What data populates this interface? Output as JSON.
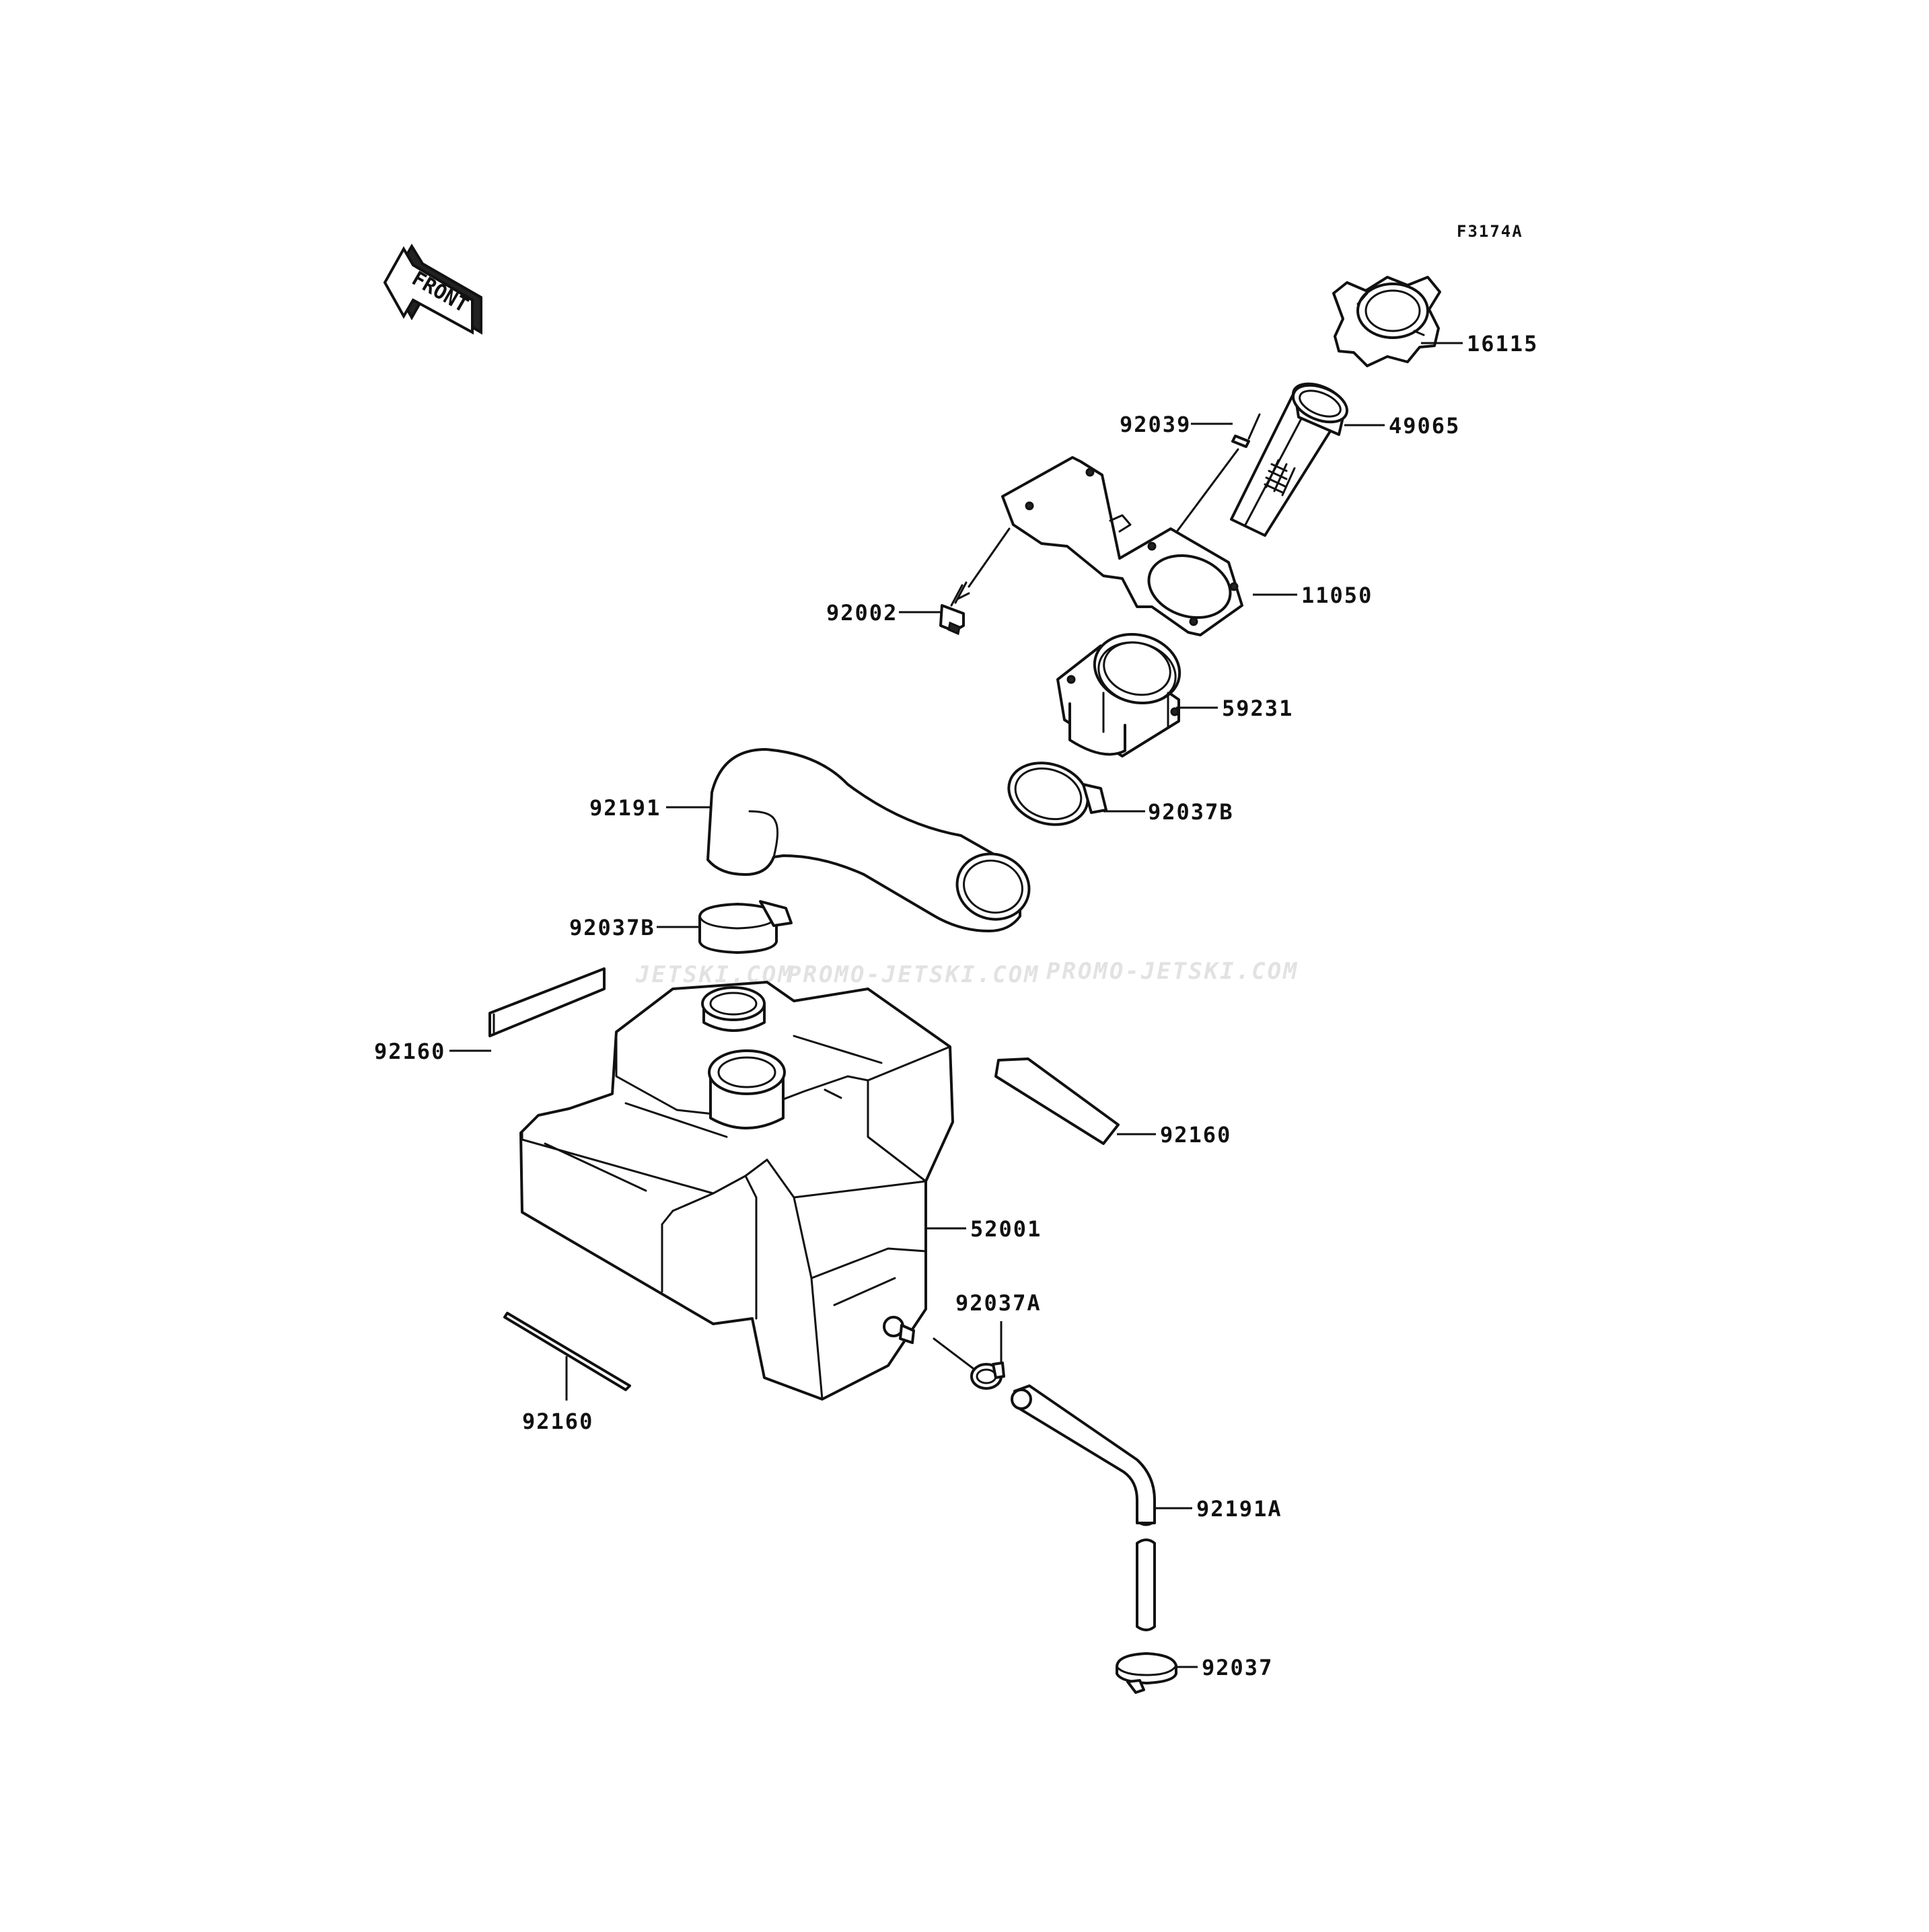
{
  "diagram_code": "F3174A",
  "front_label": "FRONT",
  "watermark": [
    "JETSKI.COM",
    "PROMO-JETSKI.COM",
    "PROMO-JETSKI.COM"
  ],
  "callouts": [
    "16115",
    "49065",
    "92039",
    "11050",
    "92002",
    "59231",
    "92191",
    "92037B",
    "92037B",
    "92160",
    "92160",
    "52001",
    "92037A",
    "92160",
    "92191A",
    "92037"
  ],
  "colors": {
    "line": "#111111",
    "background": "#ffffff",
    "watermark": "#e2e2e2"
  }
}
